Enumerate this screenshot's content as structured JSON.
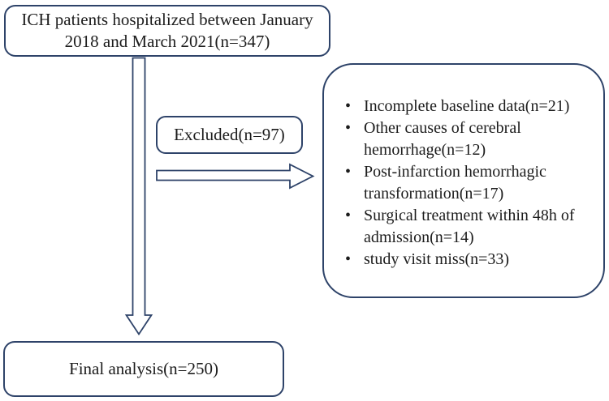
{
  "diagram": {
    "top_box": {
      "lines": [
        "ICH patients hospitalized between January",
        "2018 and March 2021(n=347)"
      ],
      "full_text": "ICH patients hospitalized between January 2018 and March 2021(n=347)"
    },
    "excluded_box": {
      "text": "Excluded(n=97)"
    },
    "exclusion_list": {
      "items": [
        "Incomplete baseline data(n=21)",
        "Other causes of cerebral hemorrhage(n=12)",
        "Post-infarction hemorrhagic transformation(n=17)",
        "Surgical treatment within 48h of admission(n=14)",
        "study visit miss(n=33)"
      ]
    },
    "final_box": {
      "text": "Final analysis(n=250)"
    },
    "colors": {
      "border": "#2e4369",
      "text": "#1c1c1c",
      "background": "#ffffff"
    }
  }
}
